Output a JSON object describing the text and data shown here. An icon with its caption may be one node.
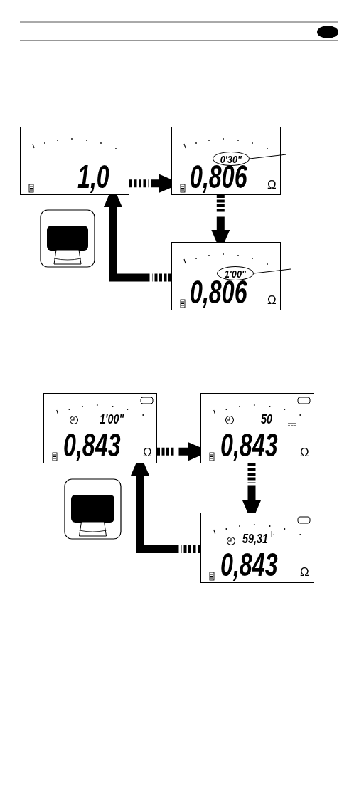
{
  "diagram": {
    "nodes": [
      {
        "text": [
          "1,0"
        ]
      },
      {
        "text": [
          "0,806",
          "Ω"
        ]
      },
      {
        "text": [
          "0'30\""
        ],
        "in": 1
      },
      {
        "text": [
          "0,806",
          "Ω"
        ]
      },
      {
        "text": [
          "1'00\""
        ],
        "in": 3
      },
      {
        "text": [
          "1'00\"",
          "0,843",
          "Ω"
        ]
      },
      {
        "text": [
          "50",
          "0,843",
          "Ω"
        ]
      },
      {
        "text": [
          "59,31",
          "µ",
          "0,843",
          "Ω"
        ]
      }
    ],
    "edges": [
      {
        "from": 0,
        "to": 1,
        "arrow": "to"
      },
      {
        "from": 1,
        "to": 3,
        "arrow": "to"
      },
      {
        "from": 3,
        "to": 0,
        "arrow": "to"
      },
      {
        "from": 2,
        "to": null,
        "arrow": "none"
      },
      {
        "from": 4,
        "to": null,
        "arrow": "none"
      },
      {
        "from": 5,
        "to": 6,
        "arrow": "to"
      },
      {
        "from": 6,
        "to": 7,
        "arrow": "to"
      },
      {
        "from": 7,
        "to": 5,
        "arrow": "to"
      }
    ]
  }
}
